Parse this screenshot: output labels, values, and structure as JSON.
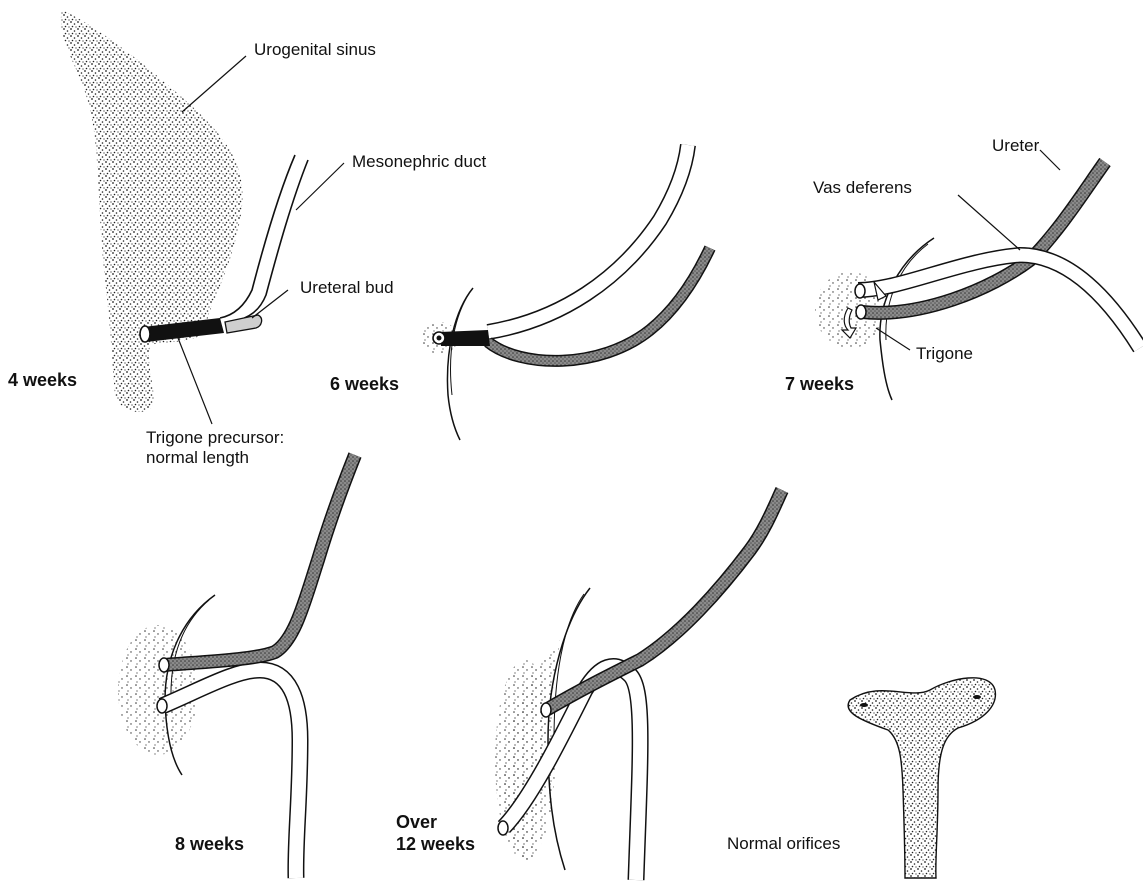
{
  "labels": {
    "urogenital_sinus": "Urogenital sinus",
    "mesonephric_duct": "Mesonephric duct",
    "ureteral_bud": "Ureteral bud",
    "trigone_precursor_line1": "Trigone precursor:",
    "trigone_precursor_line2": "normal length",
    "ureter": "Ureter",
    "vas_deferens": "Vas deferens",
    "trigone": "Trigone",
    "normal_orifices": "Normal orifices"
  },
  "stages": {
    "s4": "4 weeks",
    "s6": "6 weeks",
    "s7": "7 weeks",
    "s8": "8 weeks",
    "s12_line1": "Over",
    "s12_line2": "12 weeks"
  }
}
